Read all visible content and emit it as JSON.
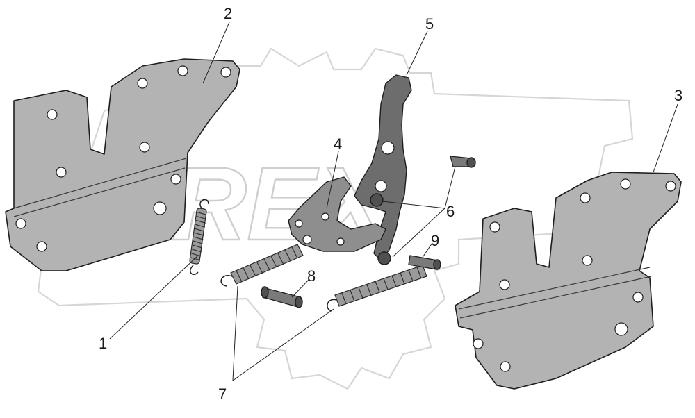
{
  "watermark": {
    "text": "OREX"
  },
  "callouts": [
    "1",
    "2",
    "3",
    "4",
    "5",
    "6",
    "7",
    "8",
    "9"
  ],
  "colors": {
    "plate": "#b3b3b3",
    "lever": "#6d6d6d",
    "outline": "#1e1e1e",
    "background": "#ffffff"
  }
}
